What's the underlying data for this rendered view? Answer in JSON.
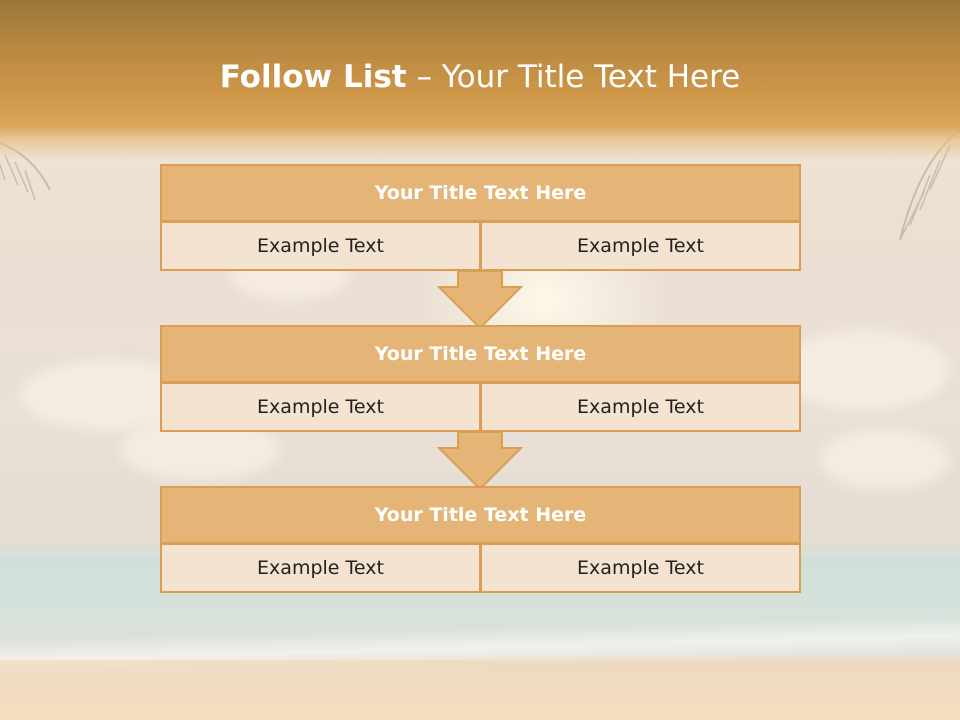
{
  "slide": {
    "title_bold": "Follow List",
    "title_rest": " – Your Title Text Here"
  },
  "diagram": {
    "type": "vertical-flow",
    "steps": [
      {
        "title": "Your Title Text Here",
        "left": "Example Text",
        "right": "Example Text"
      },
      {
        "title": "Your Title Text Here",
        "left": "Example Text",
        "right": "Example Text"
      },
      {
        "title": "Your Title Text Here",
        "left": "Example Text",
        "right": "Example Text"
      }
    ],
    "colors": {
      "header_band": "#cf9849",
      "title_fill": "#e4b577",
      "cell_fill": "#f3e3d0",
      "border": "#d99e53",
      "arrow_fill": "#e4b577"
    }
  }
}
